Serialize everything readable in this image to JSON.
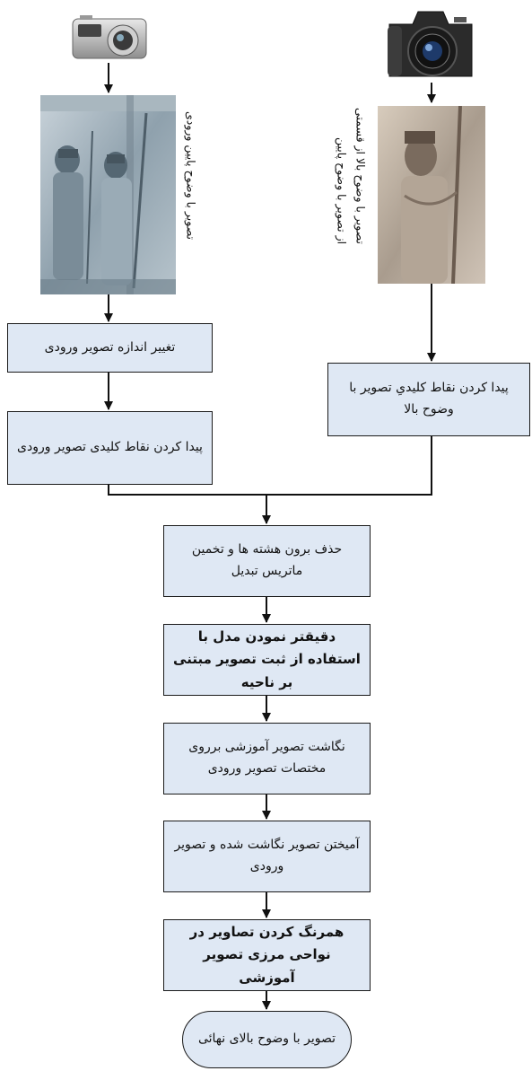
{
  "inputs": {
    "low_res_label": "تصویر با وضوح پایین ورودی",
    "high_res_label_line1": "تصویر با وضوح بالا از قسمتی",
    "high_res_label_line2": "از تصویر با وضوح پایین"
  },
  "steps": {
    "resize": "تغییر اندازه تصویر ورودی",
    "keypoints_low": "پیدا کردن نقاط کلیدی تصویر ورودی",
    "keypoints_high": "پیدا کردن نقاط کلیدیِ تصویر با وضوح بالا",
    "outlier_removal": "حذف برون هشته ها و تخمین ماتریس تبدیل",
    "refine_model": "دقیقتر نمودن مدل با استفاده از ثبت تصویر مبتنی بر ناحیه",
    "map_training": "نگاشت تصویر آموزشی برروی مختصات تصویر ورودی",
    "blend": "آمیختن تصویر نگاشت شده و تصویر ورودی",
    "harmonize": "همرنگ کردن تصاویر در نواحی مرزی تصویر آموزشی",
    "final_output": "تصویر با وضوح بالای نهائی"
  },
  "colors": {
    "box_fill": "#dfe8f4",
    "border": "#1a1a1a"
  }
}
